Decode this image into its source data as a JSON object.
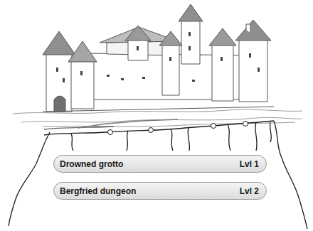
{
  "diagram": {
    "nodes": [
      {
        "text": [
          "Drowned grotto",
          "Lvl 1"
        ]
      },
      {
        "text": [
          "Bergfried dungeon",
          "Lvl 2"
        ]
      }
    ]
  }
}
